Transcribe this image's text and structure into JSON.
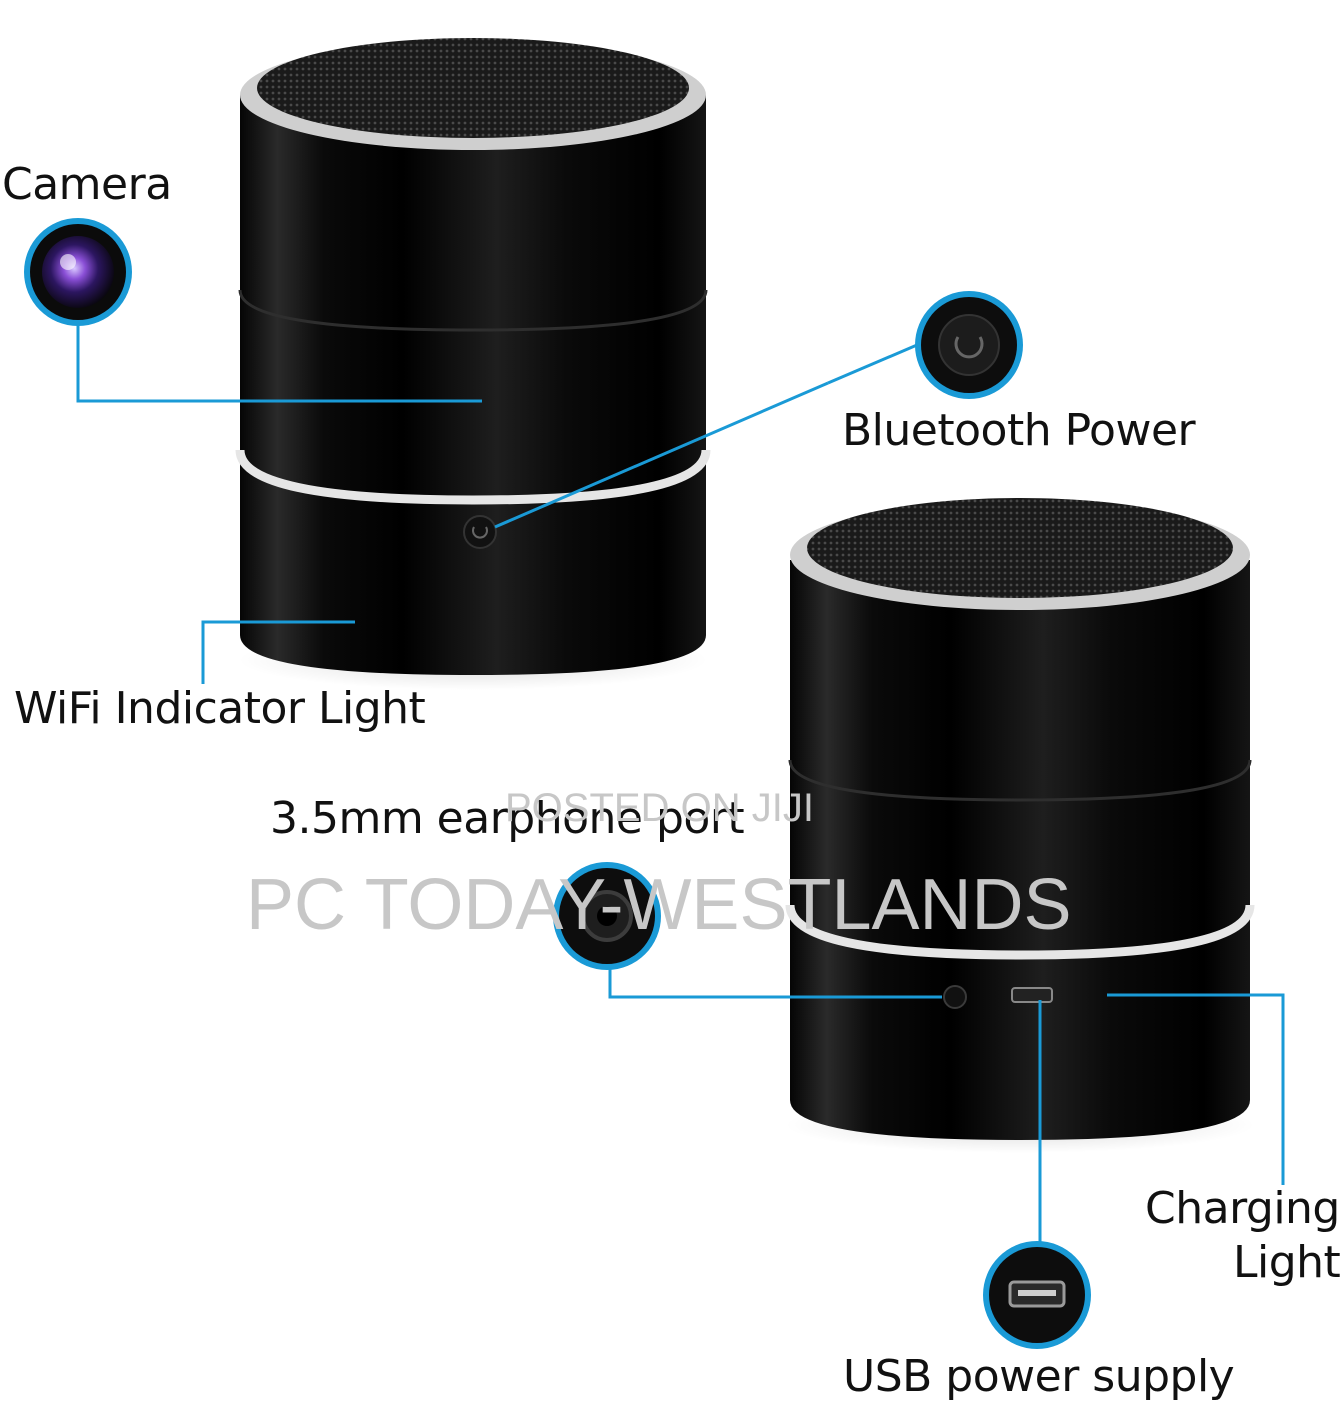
{
  "labels": {
    "camera": "Camera",
    "bluetooth_power": "Bluetooth Power",
    "wifi_indicator": "WiFi Indicator Light",
    "earphone_port": "3.5mm earphone port",
    "charging_light_line1": "Charging",
    "charging_light_line2": "Light",
    "usb_power": "USB power supply"
  },
  "watermark": {
    "line1": "POSTED ON JIJI",
    "line2": "PC TODAY-WESTLANDS"
  },
  "colors": {
    "callout_line": "#1a9ad6",
    "callout_ring": "#1a9ad6",
    "device_body": "#0a0a0a",
    "chrome_band": "#d9d9d9",
    "text": "#111111",
    "watermark": "#c7c7c7"
  }
}
